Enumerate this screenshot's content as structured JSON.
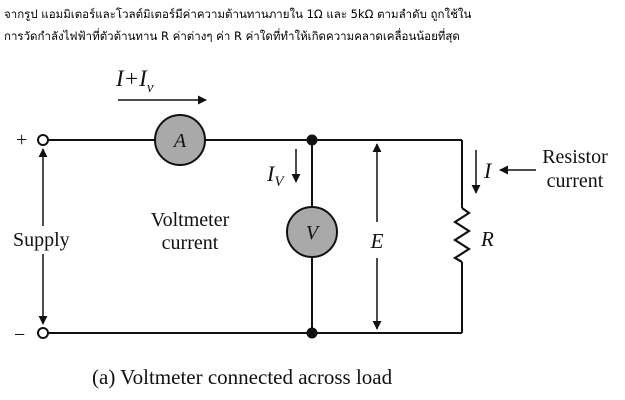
{
  "question": {
    "line1": "จากรูป แอมมิเตอร์และโวลต์มิเตอร์มีค่าความต้านทานภายใน 1Ω และ 5kΩ ตามลำดับ ถูกใช้ใน",
    "line2": "การวัดกำลังไฟฟ้าที่ตัวต้านทาน R ค่าต่างๆ ค่า R ค่าใดที่ทำให้เกิดความคลาดเคลื่อนน้อยที่สุด"
  },
  "diagram": {
    "terminal_plus": "+",
    "terminal_minus": "−",
    "supply_label": "Supply",
    "ammeter_symbol": "A",
    "voltmeter_symbol": "V",
    "current_top_label": "I+I",
    "current_top_sub": "v",
    "voltmeter_current_symbol": "I",
    "voltmeter_current_sub": "V",
    "voltmeter_current_line1": "Voltmeter",
    "voltmeter_current_line2": "current",
    "voltage_label": "E",
    "resistor_current_symbol": "I",
    "resistor_current_line1": "Resistor",
    "resistor_current_line2": "current",
    "resistor_label": "R",
    "caption": "(a) Voltmeter connected across load"
  },
  "colors": {
    "wire": "#111111",
    "meter_fill": "#a9a9a9"
  }
}
